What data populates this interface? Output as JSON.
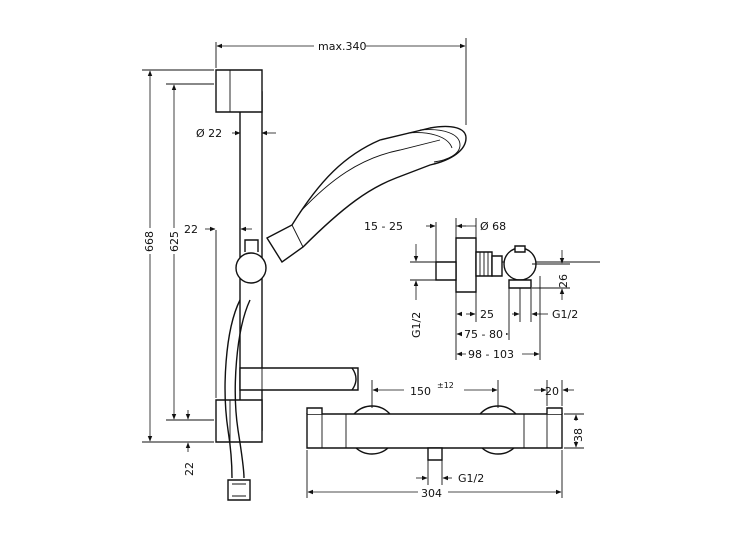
{
  "dimensions": {
    "max_width": "max.340",
    "pipe_diameter": "Ø 22",
    "height_total": "668",
    "height_mid": "625",
    "offset_left": "22",
    "offset_bottom": "22",
    "eccentric_range": "15 - 25",
    "cover_diameter": "Ø 68",
    "connector_height": "26",
    "thread_left": "G1/2",
    "depth_25": "25",
    "thread_right": "G1/2",
    "depth_75_80": "75 - 80",
    "depth_98_103": "98 - 103",
    "center_distance": "150",
    "center_tolerance": "±12",
    "end_width": "20",
    "body_height": "38",
    "thread_bottom": "G1/2",
    "total_width": "304"
  }
}
